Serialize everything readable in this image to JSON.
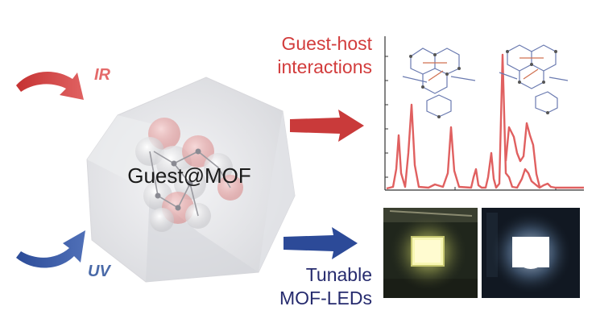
{
  "labels": {
    "ir": "IR",
    "uv": "UV",
    "guest_mof": "Guest@MOF",
    "guest_host_line1": "Guest-host",
    "guest_host_line2": "interactions",
    "tunable_line1": "Tunable",
    "tunable_line2": "MOF-LEDs"
  },
  "colors": {
    "ir_arrow": "#d94a4a",
    "uv_arrow": "#3a5aa8",
    "spectrum_line": "#e06060",
    "guest_host_title": "#d23c3c",
    "led_title": "#262b6e",
    "led_yellow": "#f4f4a0",
    "led_white": "#ffffff"
  },
  "icons": {
    "ir_arrow": "curved-arrow-icon",
    "uv_arrow": "curved-arrow-icon",
    "right_arrow_red": "arrow-right-icon",
    "right_arrow_blue": "arrow-right-icon"
  }
}
